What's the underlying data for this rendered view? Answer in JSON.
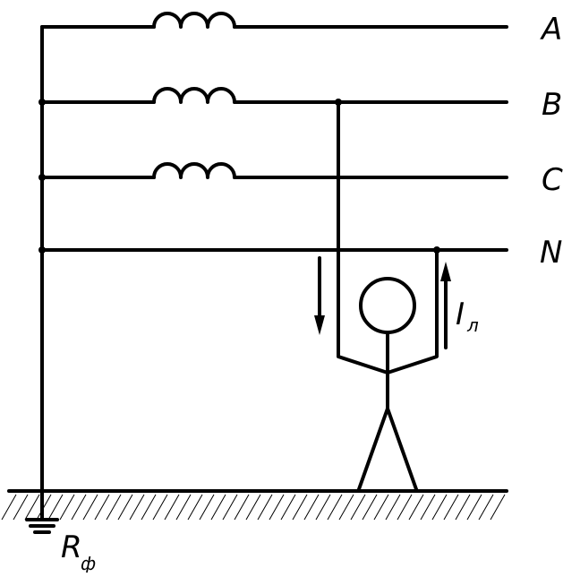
{
  "labels": {
    "phase_a": "A",
    "phase_b": "B",
    "phase_c": "C",
    "neutral": "N",
    "current_main": "I",
    "current_sub": "л",
    "ground_resistance_main": "R",
    "ground_resistance_sub": "ф"
  },
  "colors": {
    "line": "#000000",
    "background": "#ffffff"
  }
}
